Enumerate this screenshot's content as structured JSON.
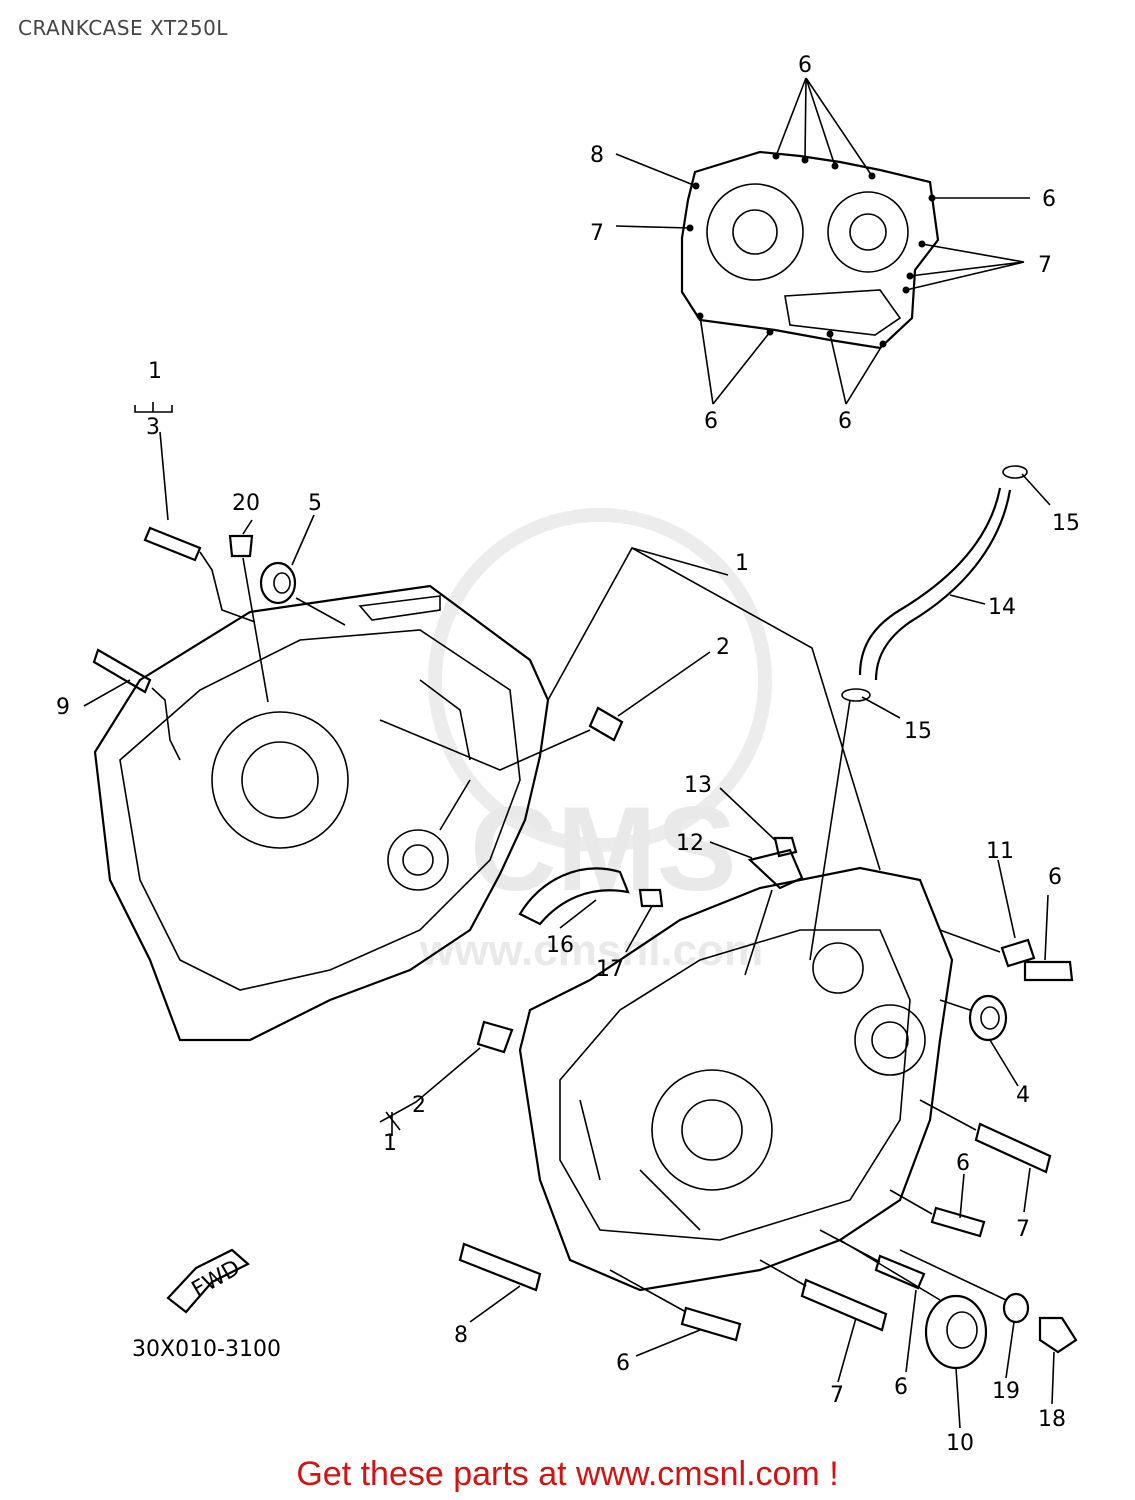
{
  "header": {
    "title": "CRANKCASE XT250L"
  },
  "watermark": {
    "text": "CMS",
    "url": "www.cmsnl.com"
  },
  "diagram": {
    "part_number_code": "30X010-3100",
    "fwd_label": "FWD",
    "callouts": {
      "gasket_top_6": "6",
      "gasket_top_8": "8",
      "gasket_right_6": "6",
      "gasket_left_7": "7",
      "gasket_right_7": "7",
      "gasket_bottom_left_6": "6",
      "gasket_bottom_right_6": "6",
      "group_1_top": "1",
      "bolt_3": "3",
      "plug_20": "20",
      "seal_5": "5",
      "pin_9": "9",
      "crankcase_1": "1",
      "dowel_2_top": "2",
      "hose_14": "14",
      "clip_15_top": "15",
      "clip_15_bottom": "15",
      "screw_13": "13",
      "elbow_12": "12",
      "clamp_11": "11",
      "bolt_6_right": "6",
      "plate_16": "16",
      "screw_17": "17",
      "dowel_2_bottom": "2",
      "group_1_bottom": "1",
      "seal_4": "4",
      "bolt_6_mid": "6",
      "bolt_7_right": "7",
      "bolt_8_bottom": "8",
      "bolt_6_bottom": "6",
      "bolt_7_bottom": "7",
      "bolt_6_lower": "6",
      "seal_10": "10",
      "washer_19": "19",
      "plug_18": "18"
    }
  },
  "footer": {
    "cta": "Get these parts at www.cmsnl.com !"
  },
  "colors": {
    "cta": "#d31212",
    "title": "#444444",
    "line": "#000000",
    "watermark": "#e9e9e9"
  }
}
